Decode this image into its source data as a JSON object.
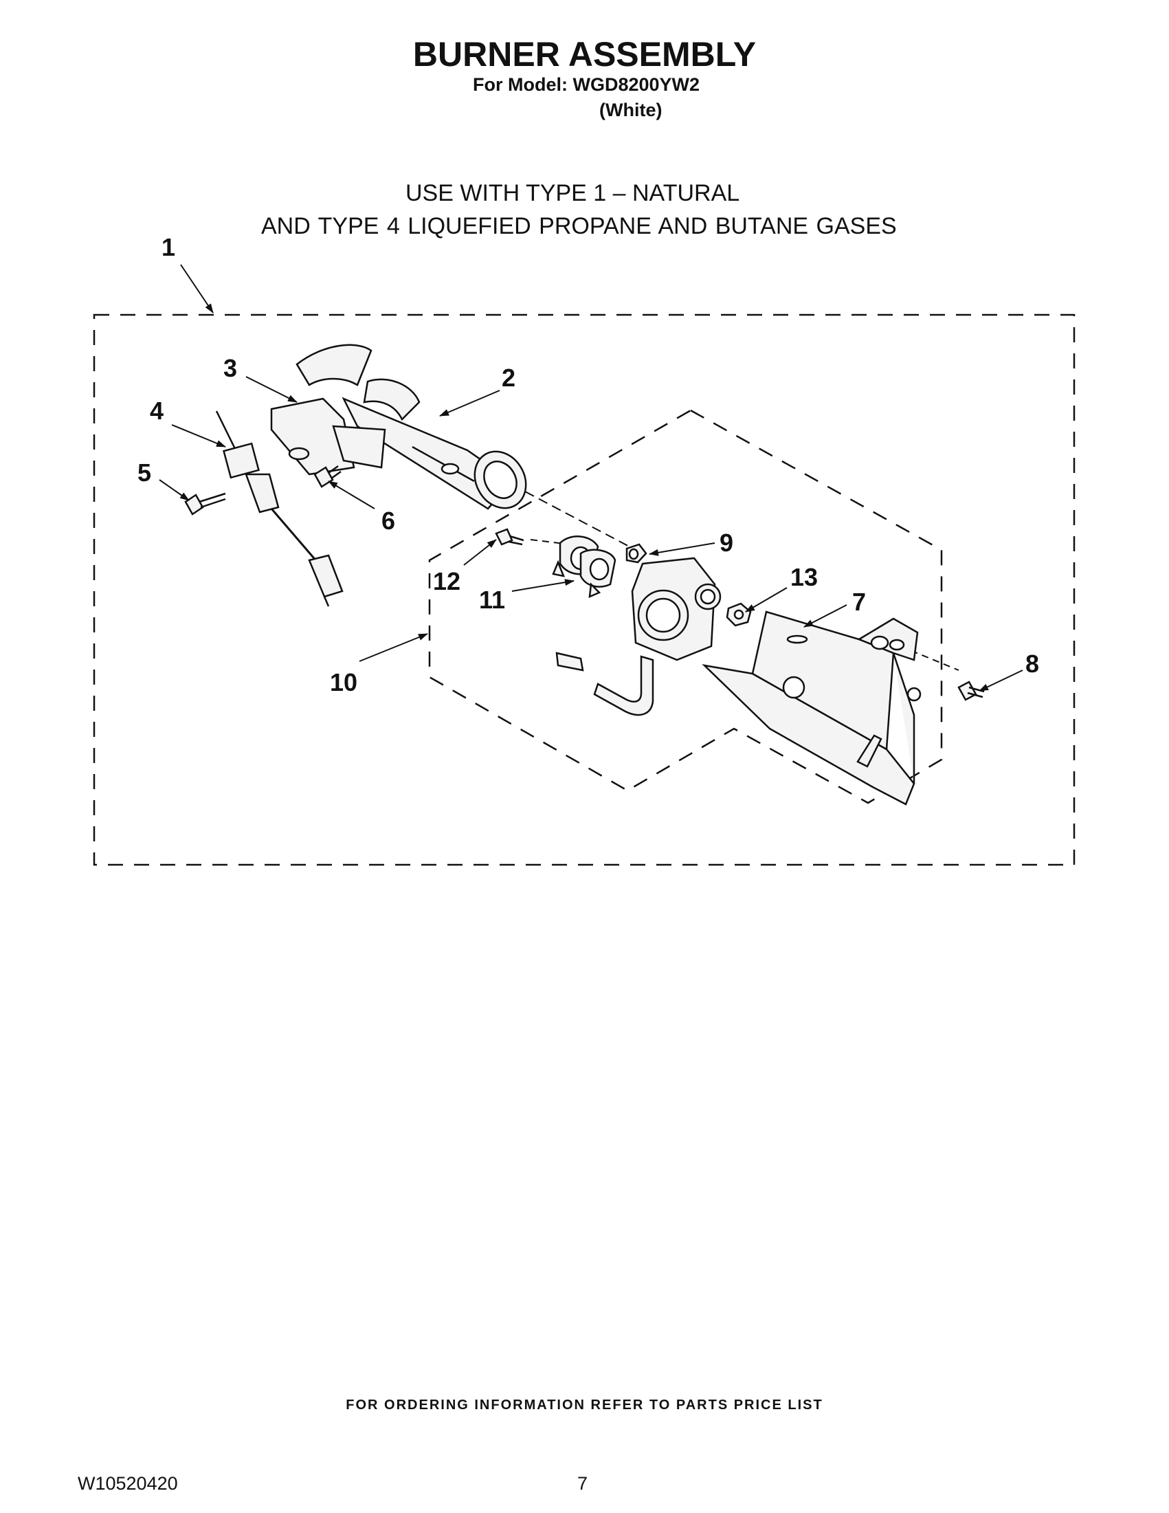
{
  "header": {
    "title": "BURNER ASSEMBLY",
    "model_line": "For Model: WGD8200YW2",
    "variant": "(White)"
  },
  "gas_note": {
    "line1": "USE WITH TYPE 1 –  NATURAL",
    "line2": "AND TYPE 4    LIQUEFIED PROPANE AND BUTANE GASES"
  },
  "callouts": {
    "c1": "1",
    "c2": "2",
    "c3": "3",
    "c4": "4",
    "c5": "5",
    "c6": "6",
    "c7": "7",
    "c8": "8",
    "c9": "9",
    "c10": "10",
    "c11": "11",
    "c12": "12",
    "c13": "13"
  },
  "footer": {
    "ordering_note": "FOR ORDERING INFORMATION REFER TO PARTS PRICE LIST",
    "doc_number": "W10520420",
    "page_number": "7"
  },
  "colors": {
    "ink": "#111111",
    "paper": "#ffffff",
    "part_fill": "#f4f4f4"
  }
}
